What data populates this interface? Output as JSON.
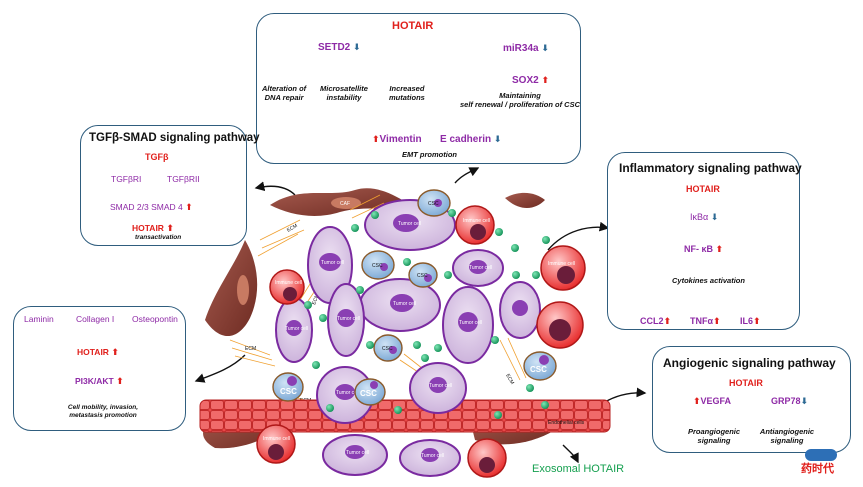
{
  "colors": {
    "frame": "#2f5d7e",
    "gene": "#e0201c",
    "molecule": "#8e2aa6",
    "arrow": "#4a90c8",
    "up": "#e0201c",
    "down": "#2d6a94"
  },
  "hotair_box": {
    "title": "HOTAIR",
    "setd2": "SETD2",
    "mir34a": "miR34a",
    "sox2": "SOX2",
    "alteration": [
      "Alteration of",
      "DNA repair"
    ],
    "microsatellite": [
      "Microsatellite",
      "instability"
    ],
    "mutations": [
      "Increased",
      "mutations"
    ],
    "maintaining": [
      "Maintaining",
      "self renewal / proliferation of CSC"
    ],
    "vimentin": "Vimentin",
    "ecadherin": "E cadherin",
    "emt": "EMT promotion"
  },
  "tgf_box": {
    "title": "TGFβ-SMAD signaling pathway",
    "tgfb": "TGFβ",
    "tgfbri": "TGFβRI",
    "tgfbrii": "TGFβRII",
    "smad": "SMAD 2/3 SMAD 4",
    "hotair": "HOTAIR",
    "note": "transactivation"
  },
  "pi3k_box": {
    "laminin": "Laminin",
    "collagen": "Collagen I",
    "osteopontin": "Osteopontin",
    "hotair": "HOTAIR",
    "pi3k": "PI3K/AKT",
    "note": [
      "Cell mobility, invasion,",
      "metastasis promotion"
    ]
  },
  "inflam_box": {
    "title": "Inflammatory signaling pathway",
    "hotair": "HOTAIR",
    "ikba": "IκBα",
    "nfkb": "NF- κB",
    "cytokines": "Cytokines activation",
    "ccl2": "CCL2",
    "tnfa": "TNFα",
    "il6": "IL6"
  },
  "angio_box": {
    "title": "Angiogenic signaling pathway",
    "hotair": "HOTAIR",
    "vegfa": "VEGFA",
    "grp78": "GRP78",
    "pro": [
      "Proangiogenic",
      "signaling"
    ],
    "anti": [
      "Antiangiogenic",
      "signaling"
    ]
  },
  "scene_labels": {
    "tumor": "Tumor cell",
    "csc": "CSC",
    "immune": "Immune cell",
    "ecm": "ECM",
    "caf": "CAF",
    "endothelial": "Endothelial cells"
  },
  "exosomal": "Exosomal HOTAIR",
  "watermark": "药时代"
}
